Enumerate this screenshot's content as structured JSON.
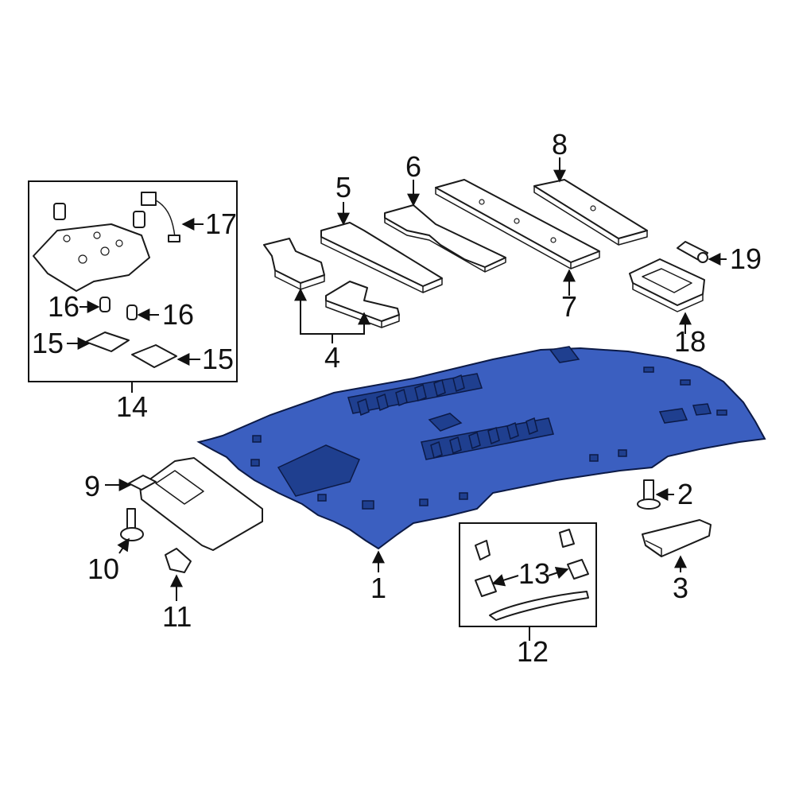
{
  "diagram": {
    "colors": {
      "headliner_fill": "#3b5fc0",
      "outline": "#1a1a1a",
      "background": "#ffffff"
    },
    "callouts": {
      "c1": "1",
      "c2": "2",
      "c3": "3",
      "c4": "4",
      "c5": "5",
      "c6": "6",
      "c7": "7",
      "c8": "8",
      "c9": "9",
      "c10": "10",
      "c11": "11",
      "c12": "12",
      "c13": "13",
      "c14": "14",
      "c15a": "15",
      "c15b": "15",
      "c16a": "16",
      "c16b": "16",
      "c17": "17",
      "c18": "18",
      "c19": "19"
    }
  }
}
